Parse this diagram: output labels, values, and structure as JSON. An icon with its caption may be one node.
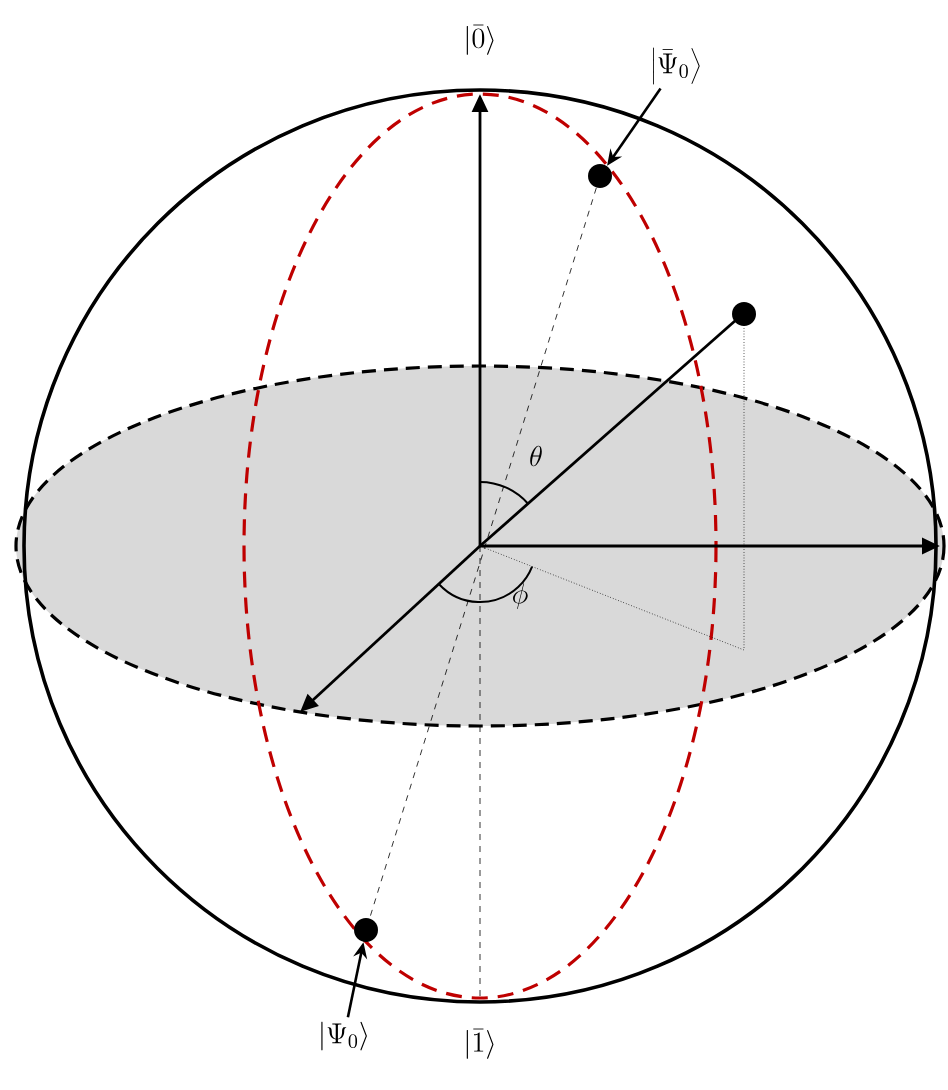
{
  "diagram": {
    "nodes": [
      {
        "text": [
          "\\left|\\bar{\\Psi}_{0}\\right\\rangle"
        ]
      },
      {
        "text": [],
        "shape": "circle"
      },
      {
        "text": [
          "\\left|\\Psi_{0}\\right\\rangle"
        ]
      },
      {
        "text": [],
        "shape": "circle"
      },
      {
        "text": [],
        "shape": "circle"
      }
    ],
    "edges": [
      {
        "from": 0,
        "to": 1,
        "arrow": "to"
      },
      {
        "from": 2,
        "to": 3,
        "arrow": "to"
      },
      {
        "from": 1,
        "to": 3,
        "arrow": "none",
        "style": "dashed"
      }
    ],
    "labels": [
      "\\left|\\bar{0}\\right\\rangle",
      "\\theta",
      "\\phi",
      "\\left|\\bar{1}\\right\\rangle"
    ]
  }
}
